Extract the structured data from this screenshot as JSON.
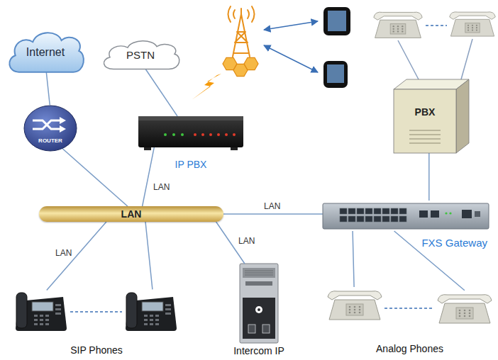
{
  "diagram": {
    "nodes": [
      {
        "text": [
          "Internet"
        ]
      },
      {
        "text": [
          "PSTN"
        ]
      },
      {
        "text": [
          "ROUTER"
        ]
      },
      {
        "text": [
          "IP PBX"
        ]
      },
      {
        "text": [
          "PBX"
        ]
      },
      {
        "text": [
          "LAN"
        ]
      },
      {
        "text": [
          "FXS Gateway"
        ]
      },
      {
        "text": [
          "SIP Phones"
        ]
      },
      {
        "text": [
          "Intercom IP"
        ]
      },
      {
        "text": [
          "Analog Phones"
        ]
      }
    ],
    "edges": [
      {
        "from": 0,
        "to": 2,
        "arrow": "none"
      },
      {
        "from": 2,
        "to": 5,
        "arrow": "none"
      },
      {
        "from": 3,
        "to": 5,
        "label": "LAN",
        "arrow": "none"
      },
      {
        "from": 3,
        "to": 1,
        "arrow": "none"
      },
      {
        "from": 5,
        "to": 6,
        "label": "LAN",
        "arrow": "none"
      },
      {
        "from": 5,
        "to": 8,
        "label": "LAN",
        "arrow": "none"
      },
      {
        "from": 5,
        "to": 7,
        "label": "LAN",
        "arrow": "none"
      },
      {
        "from": 4,
        "to": 6,
        "arrow": "none"
      },
      {
        "from": 6,
        "to": 9,
        "arrow": "none"
      }
    ]
  }
}
